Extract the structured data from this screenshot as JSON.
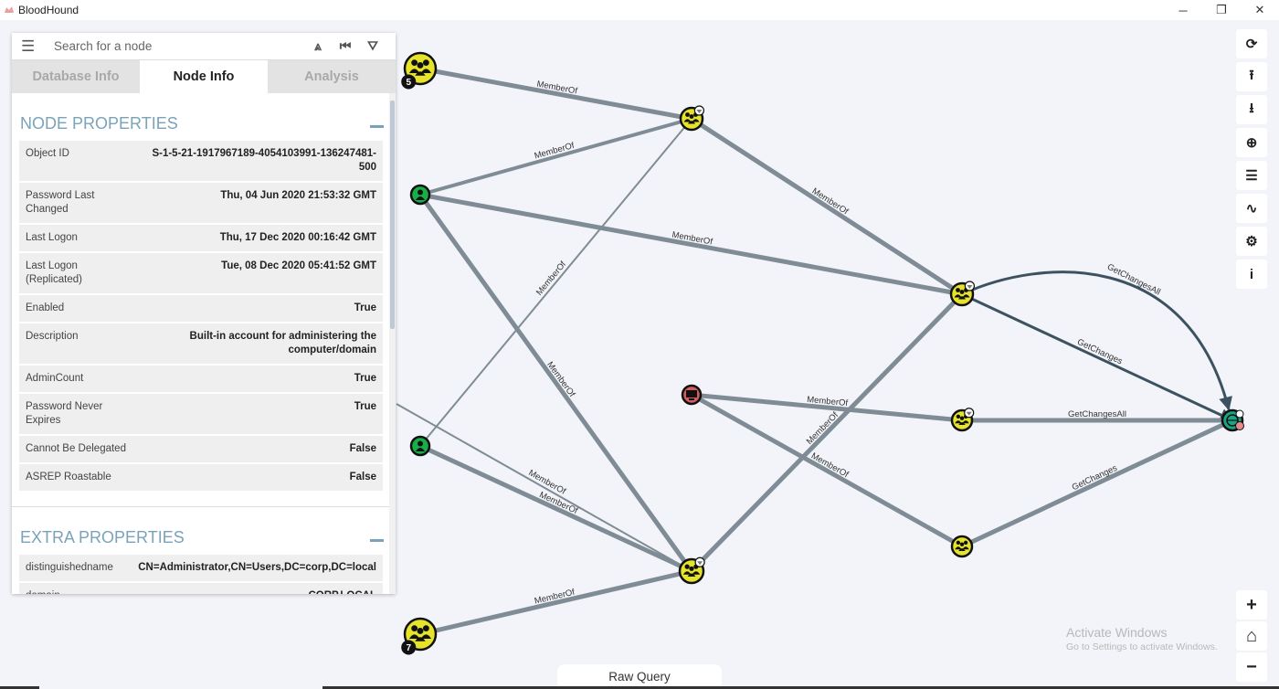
{
  "window": {
    "title": "BloodHound",
    "minimize": "─",
    "maximize": "❐",
    "close": "✕"
  },
  "search": {
    "placeholder": "Search for a node",
    "menu_icon": "hamburger-icon",
    "pathfinding_icon": "road-icon",
    "back_icon": "back-icon",
    "filter_icon": "filter-icon"
  },
  "tabs": [
    {
      "label": "Database Info"
    },
    {
      "label": "Node Info"
    },
    {
      "label": "Analysis"
    }
  ],
  "node_properties": {
    "title": "NODE PROPERTIES",
    "rows": [
      {
        "key": "Object ID",
        "value": "S-1-5-21-1917967189-4054103991-136247481-500"
      },
      {
        "key": "Password Last Changed",
        "value": "Thu, 04 Jun 2020 21:53:32 GMT"
      },
      {
        "key": "Last Logon",
        "value": "Thu, 17 Dec 2020 00:16:42 GMT"
      },
      {
        "key": "Last Logon (Replicated)",
        "value": "Tue, 08 Dec 2020 05:41:52 GMT"
      },
      {
        "key": "Enabled",
        "value": "True"
      },
      {
        "key": "Description",
        "value": "Built-in account for administering the computer/domain"
      },
      {
        "key": "AdminCount",
        "value": "True"
      },
      {
        "key": "Password Never Expires",
        "value": "True"
      },
      {
        "key": "Cannot Be Delegated",
        "value": "False"
      },
      {
        "key": "ASREP Roastable",
        "value": "False"
      }
    ]
  },
  "extra_properties": {
    "title": "EXTRA PROPERTIES",
    "rows": [
      {
        "key": "distinguishedname",
        "value": "CN=Administrator,CN=Users,DC=corp,DC=local"
      },
      {
        "key": "domain",
        "value": "CORP.LOCAL"
      }
    ]
  },
  "toolbar": [
    {
      "name": "refresh-button",
      "icon": "⟳"
    },
    {
      "name": "export-button",
      "icon": "⭱"
    },
    {
      "name": "import-button",
      "icon": "⭳"
    },
    {
      "name": "upload-button",
      "icon": "⊕"
    },
    {
      "name": "queue-button",
      "icon": "☰"
    },
    {
      "name": "stats-button",
      "icon": "∿"
    },
    {
      "name": "settings-button",
      "icon": "⚙"
    },
    {
      "name": "info-button",
      "icon": "i"
    }
  ],
  "zoom": {
    "zoom_in": "+",
    "home": "⌂",
    "zoom_out": "−"
  },
  "raw_query": {
    "label": "Raw Query"
  },
  "watermark": {
    "line1": "Activate Windows",
    "line2": "Go to Settings to activate Windows."
  },
  "graph": {
    "colors": {
      "edge": "#7f8c95",
      "edge_dark": "#3d5260",
      "group": "#e5e32a",
      "user": "#17b048",
      "computer": "#d45d5d",
      "domain": "#1aa586",
      "label_bg": "#f2f4f9"
    },
    "nodes": [
      {
        "id": "g5",
        "type": "group",
        "badge": "5"
      },
      {
        "id": "g1",
        "type": "group",
        "hv": true
      },
      {
        "id": "u1",
        "type": "user"
      },
      {
        "id": "u2",
        "type": "user"
      },
      {
        "id": "g2",
        "type": "group",
        "hv": true
      },
      {
        "id": "g3",
        "type": "group",
        "hv": true
      },
      {
        "id": "c1",
        "type": "computer"
      },
      {
        "id": "g4",
        "type": "group",
        "hv": true
      },
      {
        "id": "g6",
        "type": "group"
      },
      {
        "id": "d1",
        "type": "domain"
      },
      {
        "id": "g7",
        "type": "group",
        "badge": "7"
      }
    ],
    "edges": [
      {
        "from": "g5",
        "to": "g1",
        "label": "MemberOf",
        "width": 5
      },
      {
        "from": "u1",
        "to": "g1",
        "label": "MemberOf",
        "width": 4
      },
      {
        "from": "u1",
        "to": "g2",
        "label": "MemberOf",
        "width": 5
      },
      {
        "from": "g1",
        "to": "g2",
        "label": "MemberOf",
        "width": 5
      },
      {
        "from": "u2",
        "to": "g1",
        "label": "MemberOf",
        "width": 2
      },
      {
        "from": "u1",
        "to": "g3",
        "label": "MemberOf",
        "width": 5
      },
      {
        "from": "u2",
        "to": "g3",
        "label": "MemberOf",
        "width": 5
      },
      {
        "from": "left",
        "to": "g3",
        "label": "MemberOf",
        "width": 2
      },
      {
        "from": "g7",
        "to": "g3",
        "label": "MemberOf",
        "width": 5
      },
      {
        "from": "g3",
        "to": "g2",
        "label": "MemberOf",
        "width": 5
      },
      {
        "from": "c1",
        "to": "g4",
        "label": "MemberOf",
        "width": 5
      },
      {
        "from": "c1",
        "to": "g6",
        "label": "MemberOf",
        "width": 5
      },
      {
        "from": "g2",
        "to": "d1",
        "label": "GetChanges",
        "width": 3
      },
      {
        "from": "g2",
        "to": "d1",
        "label": "GetChangesAll",
        "width": 3
      },
      {
        "from": "g4",
        "to": "d1",
        "label": "GetChangesAll",
        "width": 5
      },
      {
        "from": "g6",
        "to": "d1",
        "label": "GetChanges",
        "width": 5
      }
    ]
  }
}
